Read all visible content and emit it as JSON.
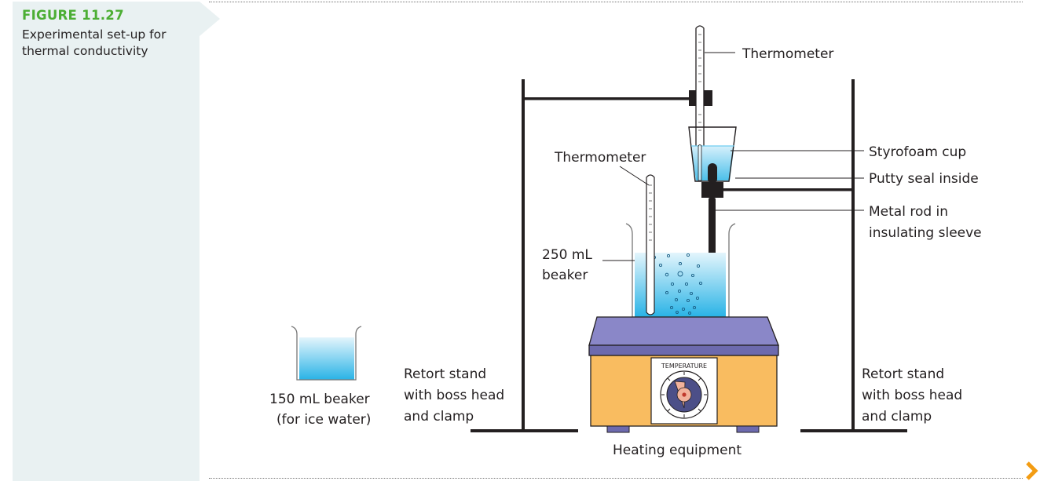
{
  "figure": {
    "number": "FIGURE 11.27",
    "caption": "Experimental set-up for thermal conductivity"
  },
  "labels": {
    "thermometer_top": "Thermometer",
    "styrofoam_cup": "Styrofoam cup",
    "putty_seal": "Putty seal inside",
    "metal_rod_line1": "Metal rod in",
    "metal_rod_line2": "insulating sleeve",
    "thermometer_beaker": "Thermometer",
    "beaker_250_line1": "250 mL",
    "beaker_250_line2": "beaker",
    "beaker_150_line1": "150 mL beaker",
    "beaker_150_line2": "(for ice water)",
    "retort_left_line1": "Retort stand",
    "retort_left_line2": "with boss head",
    "retort_left_line3": "and clamp",
    "retort_right_line1": "Retort stand",
    "retort_right_line2": "with boss head",
    "retort_right_line3": "and clamp",
    "heating_equipment": "Heating equipment",
    "dial_label": "TEMPERATURE"
  },
  "colors": {
    "accent_green": "#4cae34",
    "sidebar_bg": "#e9f1f2",
    "water_blue": "#29b3e6",
    "hotplate_top": "#8a87c8",
    "hotplate_body": "#f9bc60",
    "next_arrow": "#f39c12"
  },
  "icons": {
    "next": "chevron-right-icon"
  }
}
